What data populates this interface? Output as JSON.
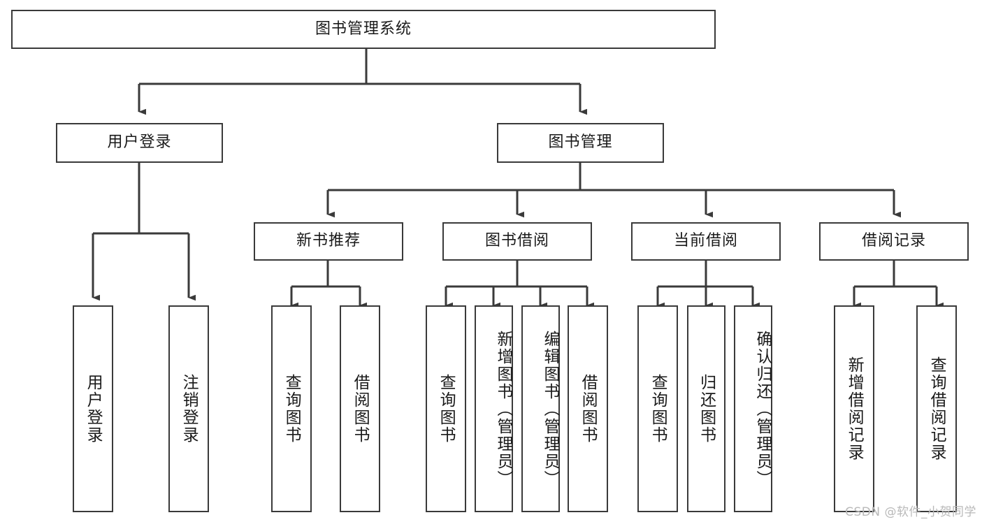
{
  "diagram": {
    "title": "图书管理系统",
    "type": "tree-hierarchy",
    "background_color": "#ffffff",
    "line_color": "#3a3a3a",
    "text_color": "#1a1a1a"
  },
  "watermark": {
    "text": "CSDN @软件_小贺同学",
    "color": "#b9b9b9"
  },
  "nodes": {
    "root": {
      "label": "图书管理系统"
    },
    "level2": [
      {
        "label": "用户登录"
      },
      {
        "label": "图书管理"
      }
    ],
    "level3": [
      {
        "label": "新书推荐"
      },
      {
        "label": "图书借阅"
      },
      {
        "label": "当前借阅"
      },
      {
        "label": "借阅记录"
      }
    ],
    "leaves": {
      "user_login": [
        {
          "label": "用户登录"
        },
        {
          "label": "注销登录"
        }
      ],
      "new_book_recommend": [
        {
          "label": "查询图书"
        },
        {
          "label": "借阅图书"
        }
      ],
      "book_borrow": [
        {
          "label": "查询图书"
        },
        {
          "label": "新增图书（管理员）"
        },
        {
          "label": "编辑图书（管理员）"
        },
        {
          "label": "借阅图书"
        }
      ],
      "current_borrow": [
        {
          "label": "查询图书"
        },
        {
          "label": "归还图书"
        },
        {
          "label": "确认归还（管理员）"
        }
      ],
      "borrow_record": [
        {
          "label": "新增借阅记录"
        },
        {
          "label": "查询借阅记录"
        }
      ]
    }
  }
}
